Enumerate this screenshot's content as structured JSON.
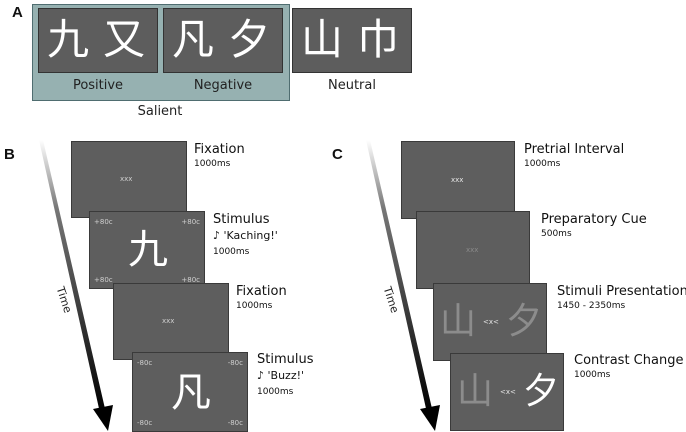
{
  "panels": {
    "a": "A",
    "b": "B",
    "c": "C"
  },
  "panel_a": {
    "positive": {
      "chars": [
        "九",
        "又"
      ],
      "label": "Positive"
    },
    "negative": {
      "chars": [
        "凡",
        "夕"
      ],
      "label": "Negative"
    },
    "neutral": {
      "chars": [
        "山",
        "巾"
      ],
      "label": "Neutral"
    },
    "salient_label": "Salient",
    "colors": {
      "salient_bg": "#96b1b1",
      "card_bg": "#5d5d5d"
    }
  },
  "panel_b": {
    "time_label": "Time",
    "steps": [
      {
        "title": "Fixation",
        "duration": "1000ms",
        "center_text": "xxx"
      },
      {
        "title": "Stimulus",
        "sound": "♪ 'Kaching!'",
        "duration": "1000ms",
        "glyph": "九",
        "corners": {
          "tl": "+80c",
          "tr": "+80c",
          "bl": "+80c",
          "br": "+80c"
        }
      },
      {
        "title": "Fixation",
        "duration": "1000ms",
        "center_text": "xxx"
      },
      {
        "title": "Stimulus",
        "sound": "♪ 'Buzz!'",
        "duration": "1000ms",
        "glyph": "凡",
        "corners": {
          "tl": "-80c",
          "tr": "-80c",
          "bl": "-80c",
          "br": "-80c"
        }
      }
    ]
  },
  "panel_c": {
    "time_label": "Time",
    "steps": [
      {
        "title": "Pretrial Interval",
        "duration": "1000ms",
        "center_text": "xxx"
      },
      {
        "title": "Preparatory Cue",
        "duration": "500ms",
        "center_text": "xxx"
      },
      {
        "title": "Stimuli Presentation",
        "duration": "1450 - 2350ms",
        "left_glyph": "山",
        "cue": "<x<",
        "right_glyph": "夕"
      },
      {
        "title": "Contrast Change",
        "duration": "1000ms",
        "left_glyph": "山",
        "cue": "<x<",
        "right_glyph": "夕"
      }
    ]
  }
}
